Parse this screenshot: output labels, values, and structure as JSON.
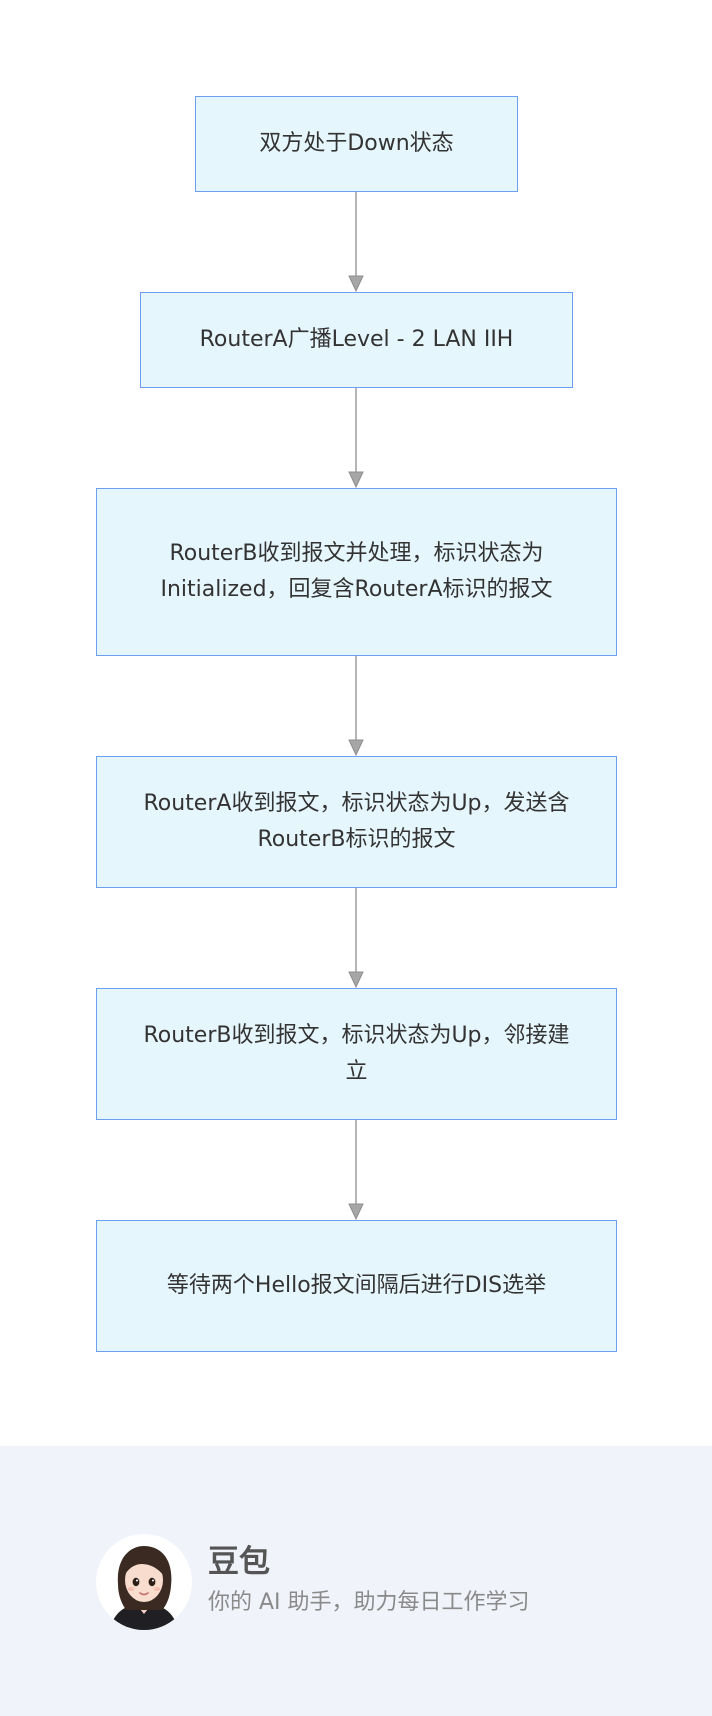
{
  "flowchart": {
    "nodes": [
      {
        "id": "n1",
        "text": "双方处于Down状态"
      },
      {
        "id": "n2",
        "text": "RouterA广播Level - 2 LAN IIH"
      },
      {
        "id": "n3",
        "text": "RouterB收到报文并处理，标识状态为Initialized，回复含RouterA标识的报文"
      },
      {
        "id": "n4",
        "text": "RouterA收到报文，标识状态为Up，发送含RouterB标识的报文"
      },
      {
        "id": "n5",
        "text": "RouterB收到报文，标识状态为Up，邻接建立"
      },
      {
        "id": "n6",
        "text": "等待两个Hello报文间隔后进行DIS选举"
      }
    ],
    "edges": [
      {
        "from": "n1",
        "to": "n2"
      },
      {
        "from": "n2",
        "to": "n3"
      },
      {
        "from": "n3",
        "to": "n4"
      },
      {
        "from": "n4",
        "to": "n5"
      },
      {
        "from": "n5",
        "to": "n6"
      }
    ],
    "colors": {
      "node_fill": "#e6f6fd",
      "node_border": "#6c9ff0",
      "connector": "#9e9e9e",
      "text": "#333333"
    }
  },
  "footer": {
    "brand_name": "豆包",
    "tagline": "你的 AI 助手，助力每日工作学习",
    "avatar_icon": "avatar-girl-icon",
    "background": "#f0f3fa"
  }
}
